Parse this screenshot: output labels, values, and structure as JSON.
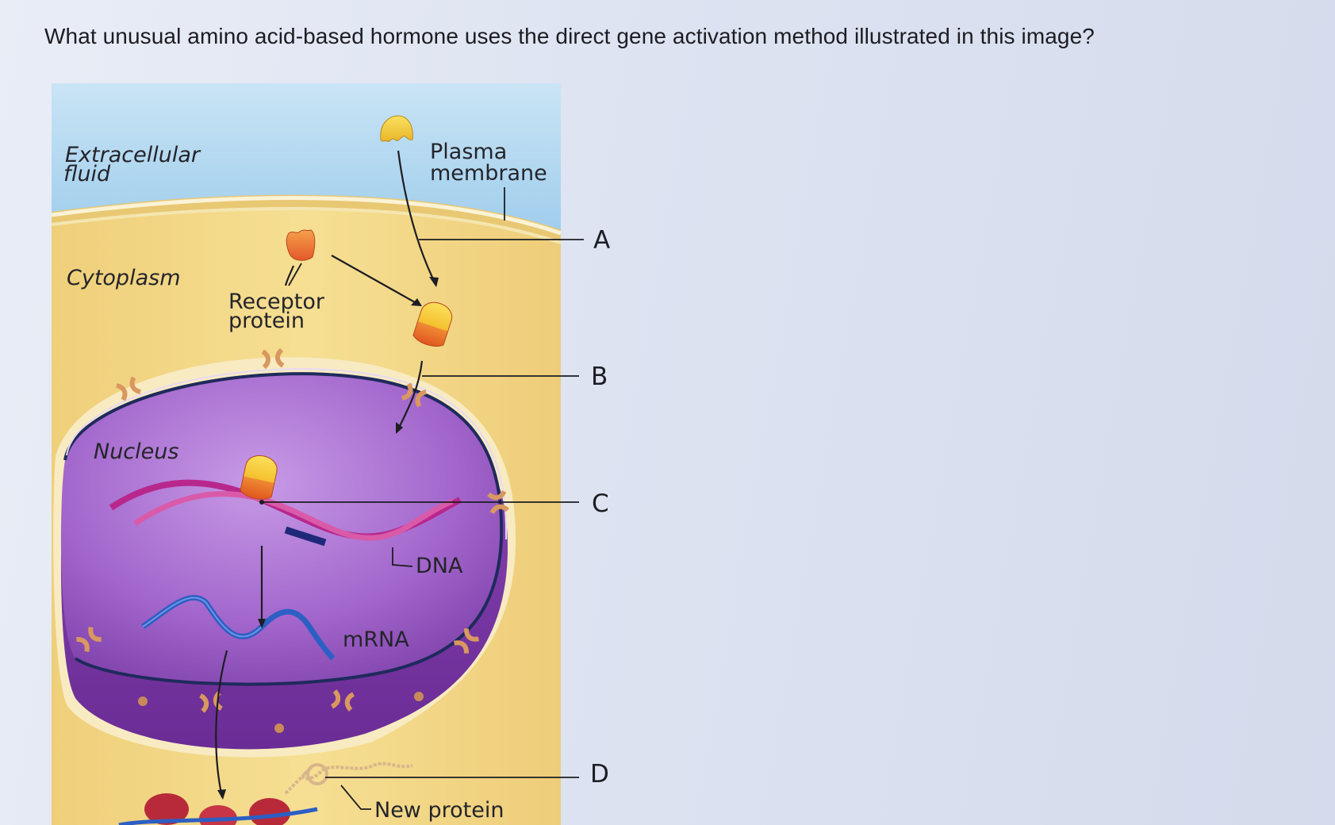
{
  "question": "What unusual amino acid-based hormone uses the direct gene activation method illustrated in this image?",
  "diagram": {
    "labels": {
      "extracellular_line1": "Extracellular",
      "extracellular_line2": "fluid",
      "plasma_line1": "Plasma",
      "plasma_line2": "membrane",
      "cytoplasm": "Cytoplasm",
      "receptor_line1": "Receptor",
      "receptor_line2": "protein",
      "nucleus": "Nucleus",
      "dna": "DNA",
      "mrna": "mRNA",
      "new_protein": "New protein"
    },
    "callouts": [
      "A",
      "B",
      "C",
      "D"
    ],
    "colors": {
      "extracellular": "#a9d3ee",
      "cytoplasm": "#f3d98a",
      "nucleus": "#9d5bc4",
      "dna": "#b8278c",
      "mrna": "#2c5fc4",
      "hormone_yellow": "#f6d233",
      "hormone_orange": "#e9692a"
    }
  }
}
